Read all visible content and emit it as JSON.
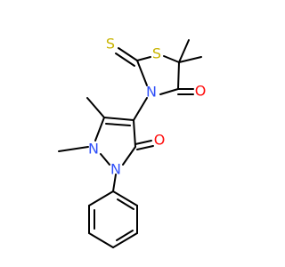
{
  "molecule": {
    "colors": {
      "bond": "#000000",
      "nitrogen": "#3050F8",
      "oxygen": "#FF0D0D",
      "sulfur": "#C8B400"
    },
    "atoms": {
      "s_thione": "S",
      "s_ring": "S",
      "n_thiazolidine": "N",
      "o_thiazolidine": "O",
      "o_pyrazolone": "O",
      "n1_pyrazole": "N",
      "n2_pyrazole": "N"
    }
  }
}
